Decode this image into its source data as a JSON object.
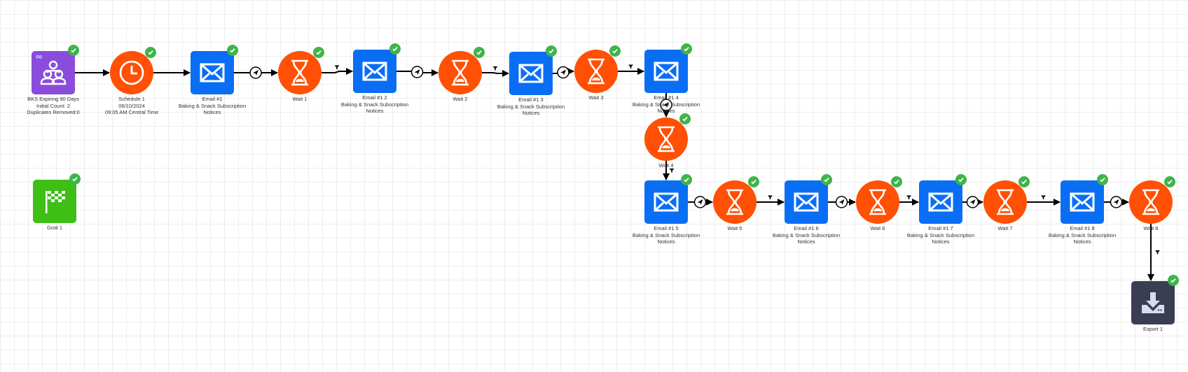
{
  "colors": {
    "audience": "#8a4ddb",
    "schedule": "#ff5005",
    "email": "#0a6ef5",
    "wait": "#ff5005",
    "goal": "#3fbf16",
    "export": "#3b3e53",
    "check": "#3fb44a",
    "edge": "#000000",
    "grid": "#eeeeee"
  },
  "nodes": [
    {
      "id": "audience",
      "type": "audience",
      "icon": "users-icon",
      "lines": [
        "BKS Expiring 90 Days",
        "Initial Count: 2",
        "Duplicates Removed:0"
      ],
      "status": "complete"
    },
    {
      "id": "schedule1",
      "type": "schedule",
      "icon": "clock-icon",
      "lines": [
        "Schedule 1",
        "06/10/2024",
        "09:05 AM Central Time"
      ],
      "status": "complete"
    },
    {
      "id": "email1",
      "type": "email",
      "icon": "envelope-icon",
      "lines": [
        "Email #1",
        "Baking & Snack Subscription",
        "Notices"
      ],
      "status": "complete"
    },
    {
      "id": "wait1",
      "type": "wait",
      "icon": "hourglass-icon",
      "lines": [
        "Wait 1"
      ],
      "status": "complete"
    },
    {
      "id": "email2",
      "type": "email",
      "icon": "envelope-icon",
      "lines": [
        "Email #1 2",
        "Baking & Snack Subscription",
        "Notices"
      ],
      "status": "complete"
    },
    {
      "id": "wait2",
      "type": "wait",
      "icon": "hourglass-icon",
      "lines": [
        "Wait 2"
      ],
      "status": "complete"
    },
    {
      "id": "email3",
      "type": "email",
      "icon": "envelope-icon",
      "lines": [
        "Email #1 3",
        "Baking & Snack Subscription",
        "Notices"
      ],
      "status": "complete"
    },
    {
      "id": "wait3",
      "type": "wait",
      "icon": "hourglass-icon",
      "lines": [
        "Wait 3"
      ],
      "status": "complete"
    },
    {
      "id": "email4",
      "type": "email",
      "icon": "envelope-icon",
      "lines": [
        "Email #1 4",
        "Baking & Snack Subscription",
        "Notices"
      ],
      "status": "complete"
    },
    {
      "id": "wait4",
      "type": "wait",
      "icon": "hourglass-icon",
      "lines": [
        "Wait 4"
      ],
      "status": "complete"
    },
    {
      "id": "goal1",
      "type": "goal",
      "icon": "checkered-flag-icon",
      "lines": [
        "Goal 1"
      ],
      "status": "complete"
    },
    {
      "id": "email5",
      "type": "email",
      "icon": "envelope-icon",
      "lines": [
        "Email #1 5",
        "Baking & Snack Subscription",
        "Notices"
      ],
      "status": "complete"
    },
    {
      "id": "wait5",
      "type": "wait",
      "icon": "hourglass-icon",
      "lines": [
        "Wait 5"
      ],
      "status": "complete"
    },
    {
      "id": "email6",
      "type": "email",
      "icon": "envelope-icon",
      "lines": [
        "Email #1 6",
        "Baking & Snack Subscription",
        "Notices"
      ],
      "status": "complete"
    },
    {
      "id": "wait6",
      "type": "wait",
      "icon": "hourglass-icon",
      "lines": [
        "Wait 6"
      ],
      "status": "complete"
    },
    {
      "id": "email7",
      "type": "email",
      "icon": "envelope-icon",
      "lines": [
        "Email #1 7",
        "Baking & Snack Subscription",
        "Notices"
      ],
      "status": "complete"
    },
    {
      "id": "wait7",
      "type": "wait",
      "icon": "hourglass-icon",
      "lines": [
        "Wait 7"
      ],
      "status": "complete"
    },
    {
      "id": "email8",
      "type": "email",
      "icon": "envelope-icon",
      "lines": [
        "Email #1 8",
        "Baking & Snack Subscription",
        "Notices"
      ],
      "status": "complete"
    },
    {
      "id": "wait8",
      "type": "wait",
      "icon": "hourglass-icon",
      "lines": [
        "Wait 8"
      ],
      "status": "complete"
    },
    {
      "id": "export1",
      "type": "export",
      "icon": "download-icon",
      "lines": [
        "Export 1"
      ],
      "status": "complete"
    }
  ],
  "edges": [
    {
      "from": "audience",
      "to": "schedule1",
      "badge": "none"
    },
    {
      "from": "schedule1",
      "to": "email1",
      "badge": "none"
    },
    {
      "from": "email1",
      "to": "wait1",
      "badge": "sent-icon"
    },
    {
      "from": "wait1",
      "to": "email2",
      "badge": "filter-icon"
    },
    {
      "from": "email2",
      "to": "wait2",
      "badge": "sent-icon"
    },
    {
      "from": "wait2",
      "to": "email3",
      "badge": "filter-icon"
    },
    {
      "from": "email3",
      "to": "wait3",
      "badge": "sent-icon"
    },
    {
      "from": "wait3",
      "to": "email4",
      "badge": "filter-icon"
    },
    {
      "from": "email4",
      "to": "wait4",
      "badge": "sent-icon"
    },
    {
      "from": "wait4",
      "to": "email5",
      "badge": "filter-icon"
    },
    {
      "from": "email5",
      "to": "wait5",
      "badge": "sent-icon"
    },
    {
      "from": "wait5",
      "to": "email6",
      "badge": "filter-icon"
    },
    {
      "from": "email6",
      "to": "wait6",
      "badge": "sent-icon"
    },
    {
      "from": "wait6",
      "to": "email7",
      "badge": "filter-icon"
    },
    {
      "from": "email7",
      "to": "wait7",
      "badge": "sent-icon"
    },
    {
      "from": "wait7",
      "to": "email8",
      "badge": "filter-icon"
    },
    {
      "from": "email8",
      "to": "wait8",
      "badge": "sent-icon"
    },
    {
      "from": "wait8",
      "to": "export1",
      "badge": "filter-icon"
    }
  ]
}
